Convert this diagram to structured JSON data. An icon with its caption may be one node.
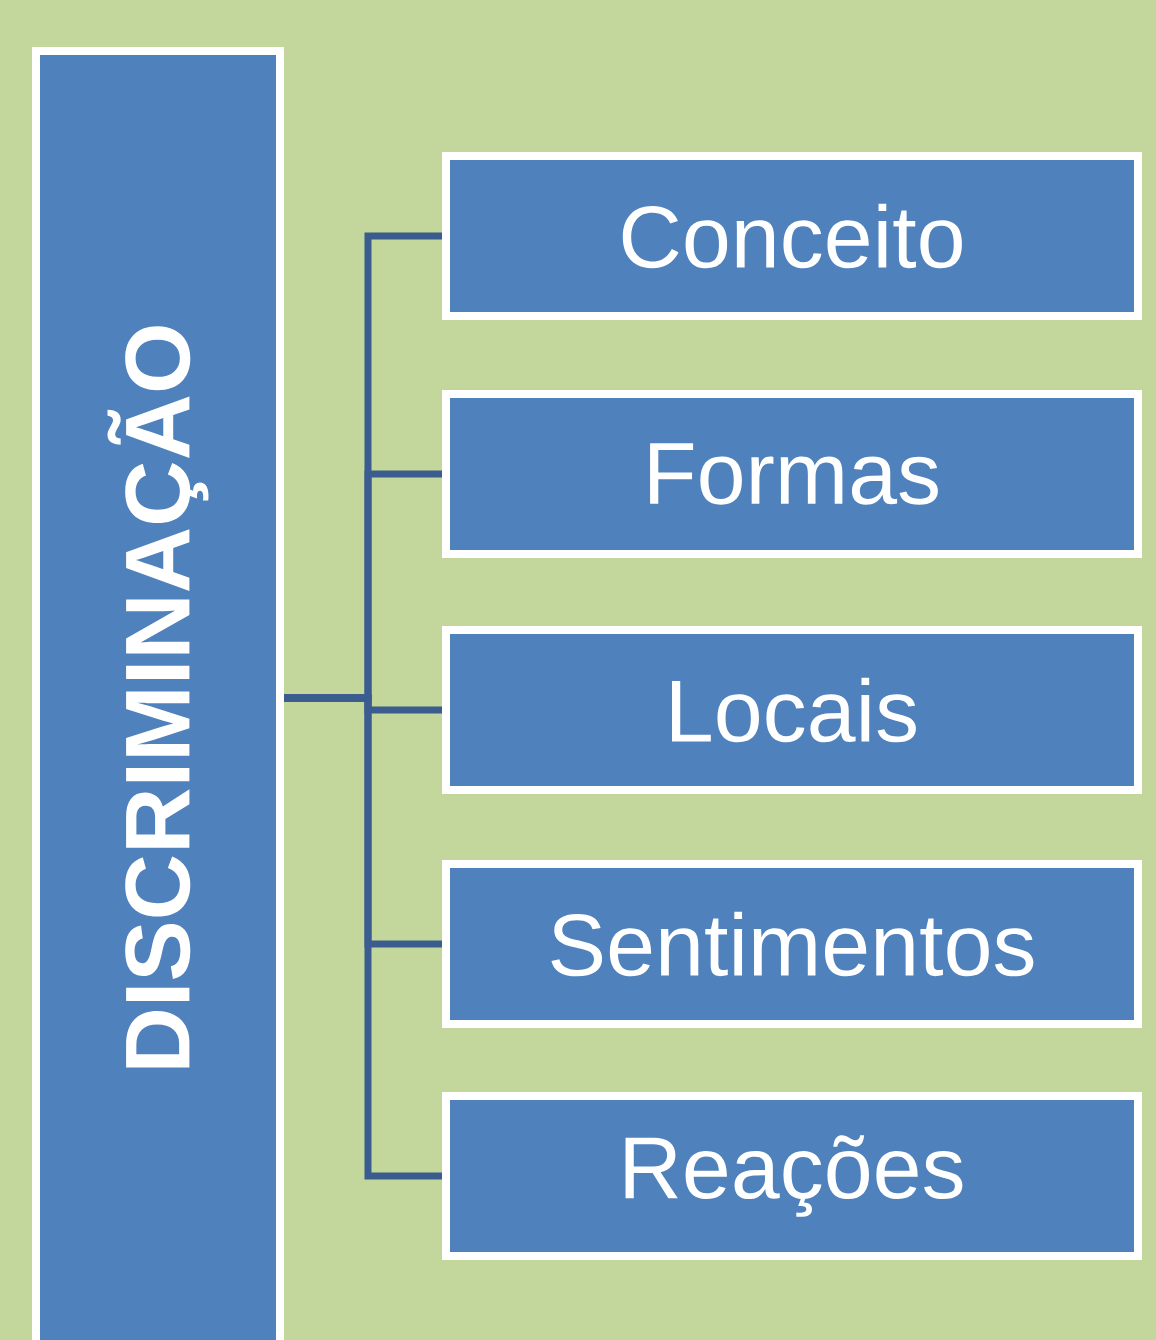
{
  "diagram": {
    "nodes": [
      {
        "text": [
          "DISCRIMINAÇÃO"
        ]
      },
      {
        "text": [
          "Conceito"
        ]
      },
      {
        "text": [
          "Formas"
        ]
      },
      {
        "text": [
          "Locais"
        ]
      },
      {
        "text": [
          "Sentimentos"
        ]
      },
      {
        "text": [
          "Reações"
        ]
      }
    ],
    "edges": [
      {
        "from": 0,
        "to": 1,
        "arrow": "none"
      },
      {
        "from": 0,
        "to": 2,
        "arrow": "none"
      },
      {
        "from": 0,
        "to": 3,
        "arrow": "none"
      },
      {
        "from": 0,
        "to": 4,
        "arrow": "none"
      },
      {
        "from": 0,
        "to": 5,
        "arrow": "none"
      }
    ]
  }
}
